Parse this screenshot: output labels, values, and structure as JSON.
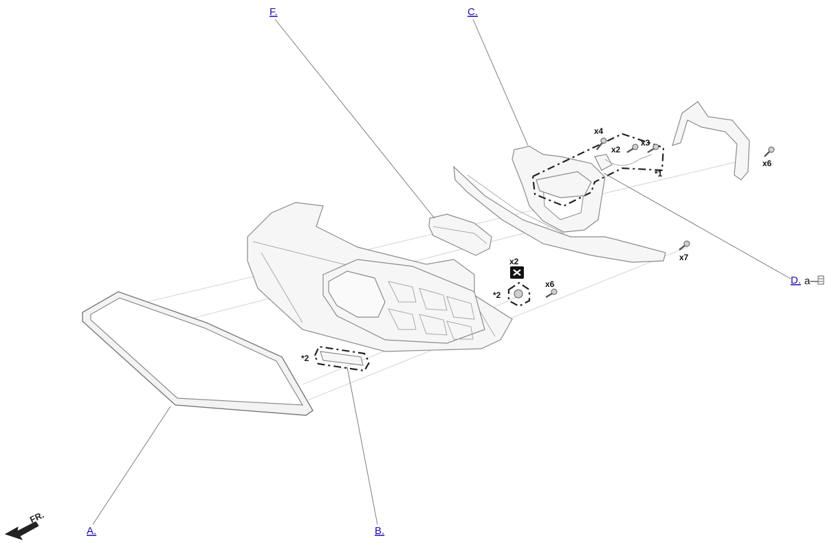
{
  "callouts": {
    "a": "A.",
    "b": "B.",
    "c": "C.",
    "d": "D.",
    "f": "F."
  },
  "quantities": {
    "x4_top": "x4",
    "x2_bracket": "x2",
    "x3_bracket": "x3",
    "x6_right": "x6",
    "x7_right": "x7",
    "x2_clip": "x2",
    "x6_mid": "x6"
  },
  "notes": {
    "star1": "*1",
    "star2_nut": "*2",
    "star2_emblem": "*2"
  },
  "direction": {
    "front": "FR."
  },
  "d_suffix": "a—"
}
